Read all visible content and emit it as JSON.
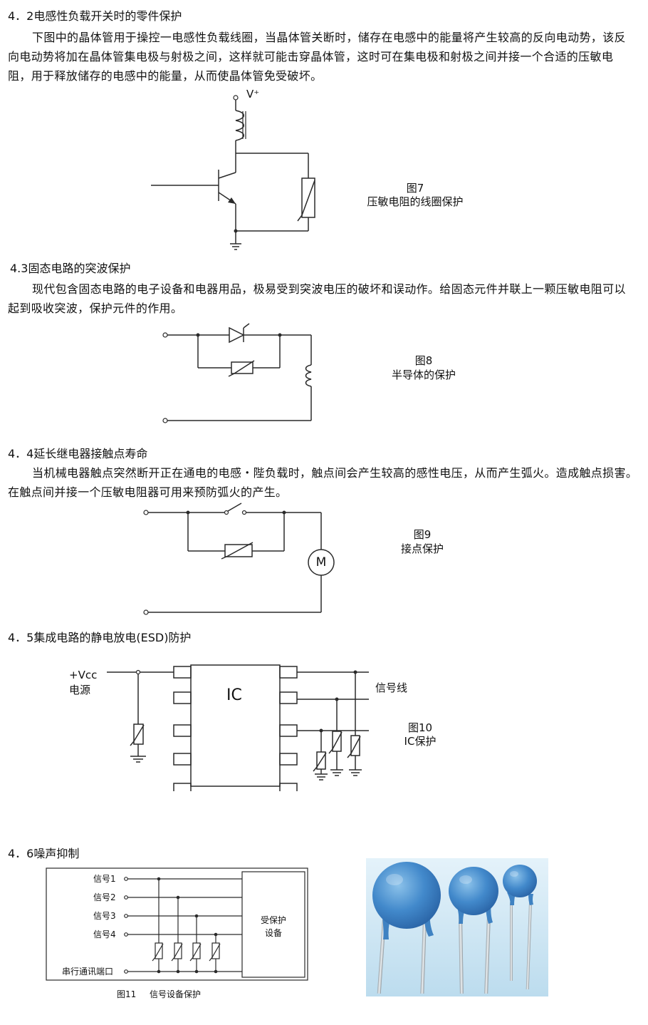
{
  "sections": {
    "s42": {
      "heading": "4．2电感性负载开关时的零件保护",
      "body": "下图中的晶体管用于操控一电感性负载线圈，当晶体管关断时，储存在电感中的能量将产生较高的反向电动势，该反向电动势将加在晶体管集电极与射极之间，这样就可能击穿晶体管，这时可在集电极和射极之间并接一个合适的压敏电阻，用于释放储存的电感中的能量，从而使晶体管免受破坏。",
      "fig_number": "图7",
      "fig_title": "压敏电阻的线圈保护",
      "vplus": "V⁺"
    },
    "s43": {
      "heading": "4.3固态电路的突波保护",
      "body": "现代包含固态电路的电子设备和电器用品，极易受到突波电压的破坏和误动作。给固态元件并联上一颗压敏电阻可以起到吸收突波，保护元件的作用。",
      "fig_number": "图8",
      "fig_title": "半导体的保护"
    },
    "s44": {
      "heading": "4．4延长继电器接触点寿命",
      "body": "当机械电器触点突然断开正在通电的电感・陛负载时，触点间会产生较高的感性电压，从而产生弧火。造成触点损害。在触点间并接一个压敏电阻器可用来预防弧火的产生。",
      "fig_number": "图9",
      "fig_title": "接点保护",
      "motor_label": "M"
    },
    "s45": {
      "heading": "4．5集成电路的静电放电(ESD)防护",
      "vcc_label": "+Vcc",
      "power_label": "电源",
      "ic_label": "IC",
      "signal_label": "信号线",
      "fig_number": "图10",
      "fig_title": "IC保护"
    },
    "s46": {
      "heading": "4．6噪声抑制",
      "signals": [
        "信号1",
        "信号2",
        "信号3",
        "信号4"
      ],
      "port_label": "串行通讯端口",
      "device_label_1": "受保护",
      "device_label_2": "设备",
      "fig_number": "图11",
      "fig_title": "信号设备保护"
    }
  },
  "colors": {
    "varistor_blue": "#3f86c6",
    "photo_background": "#cfe6f3",
    "wire": "#2a2a2a"
  }
}
